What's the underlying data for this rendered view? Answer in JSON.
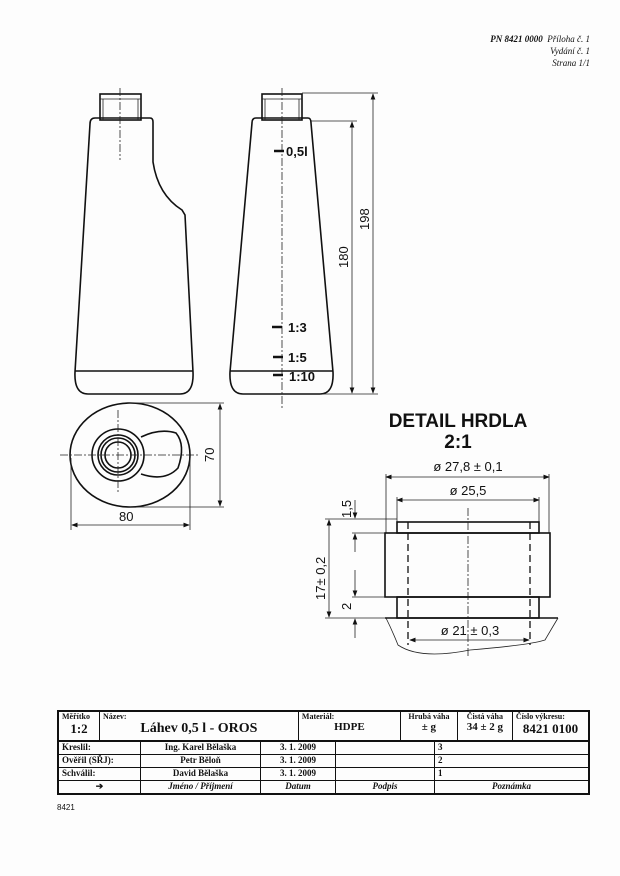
{
  "header": {
    "pn": "PN 8421 0000",
    "priloha": "Příloha č. 1",
    "vydani": "Vydání č. 1",
    "strana": "Strana 1/1"
  },
  "side_view": {
    "marks": [
      "0,5l",
      "1:3",
      "1:5",
      "1:10"
    ],
    "dim_180": "180",
    "dim_198": "198"
  },
  "top_view": {
    "dim_width": "80",
    "dim_depth": "70"
  },
  "detail": {
    "title": "DETAIL HRDLA",
    "scale": "2:1",
    "d_outer": "ø 27,8 ± 0,1",
    "d_thread": "ø 25,5",
    "d_inner": "ø 21 ± 0,3",
    "h_total": "17± 0,2",
    "h_lip": "1,5",
    "h_ring": "2"
  },
  "title_block": {
    "meritko_label": "Měřítko",
    "meritko": "1:2",
    "nazev_label": "Název:",
    "nazev": "Láhev 0,5 l - OROS",
    "material_label": "Materiál:",
    "material": "HDPE",
    "hruba_label": "Hrubá váha",
    "hruba": "± g",
    "cista_label": "Čistá váha",
    "cista": "34 ± 2 g",
    "cislo_label": "Číslo výkresu:",
    "cislo": "8421 0100",
    "rows": [
      {
        "role": "Kreslil:",
        "name": "Ing. Karel Bělaška",
        "date": "3. 1. 2009",
        "sign": "",
        "note": "3"
      },
      {
        "role": "Ověřil (SŘJ):",
        "name": "Petr Běloň",
        "date": "3. 1. 2009",
        "sign": "",
        "note": "2"
      },
      {
        "role": "Schválil:",
        "name": "David Bělaška",
        "date": "3. 1. 2009",
        "sign": "",
        "note": "1"
      }
    ],
    "footer": {
      "arrow": "➔",
      "name": "Jméno / Příjmení",
      "date": "Datum",
      "sign": "Podpis",
      "note": "Poznámka"
    }
  },
  "footer_code": "8421"
}
